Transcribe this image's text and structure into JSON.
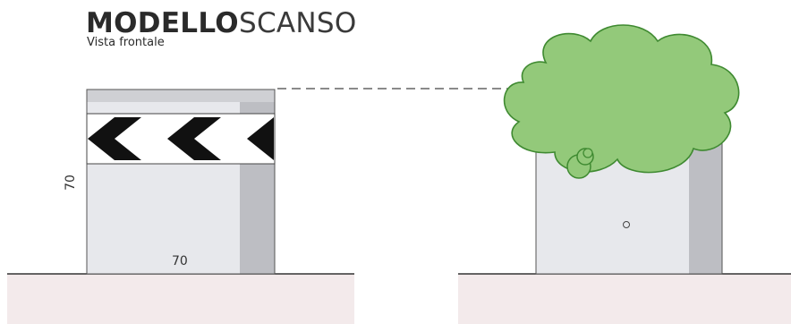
{
  "header": {
    "title_bold": "MODELLO",
    "title_light": "SCANSO",
    "subtitle": "Vista frontale"
  },
  "dimensions": {
    "height": "70",
    "width": "70"
  },
  "colors": {
    "block_face": "#e7e8ec",
    "block_side": "#bdbec3",
    "block_top": "#cfd0d4",
    "chevron": "#111111",
    "ground": "#f2e9ea",
    "bush_fill": "#93c97a",
    "bush_stroke": "#3f8a31",
    "dashed_line": "#444444"
  }
}
